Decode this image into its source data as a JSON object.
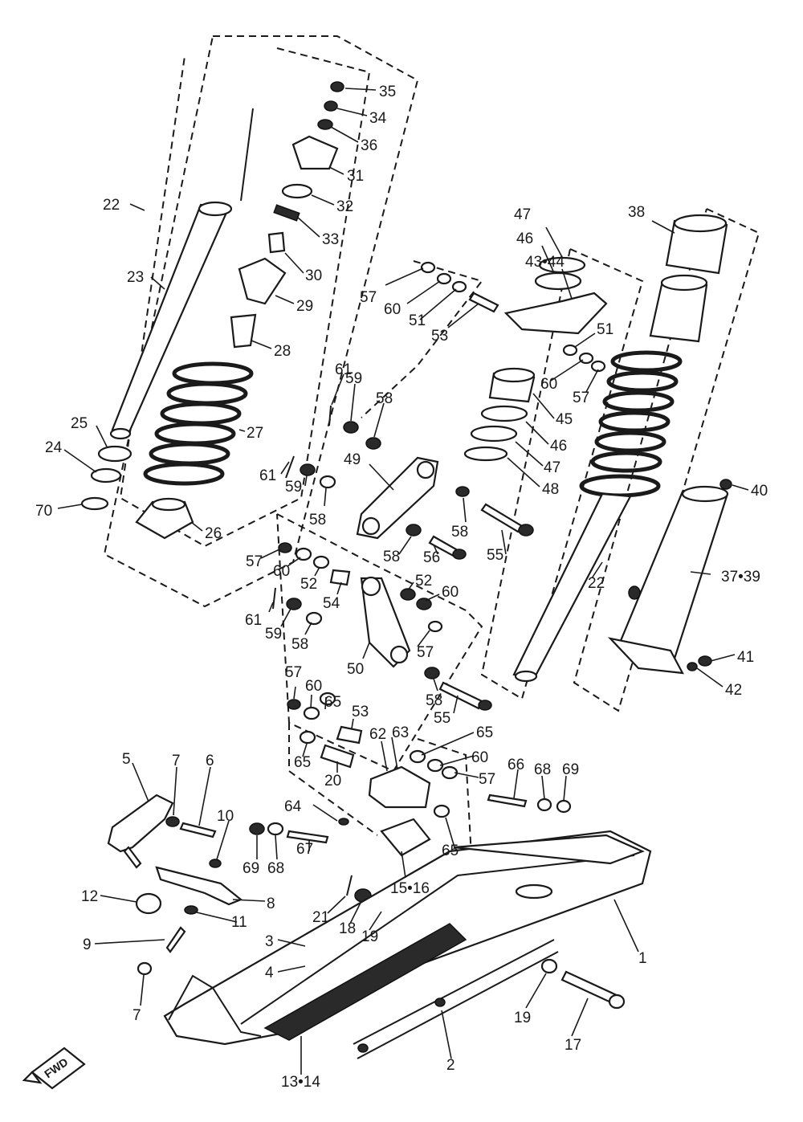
{
  "parts": [
    {
      "id": "p35",
      "text": "35"
    },
    {
      "id": "p34",
      "text": "34"
    },
    {
      "id": "p36",
      "text": "36"
    },
    {
      "id": "p31",
      "text": "31"
    },
    {
      "id": "p32",
      "text": "32"
    },
    {
      "id": "p33",
      "text": "33"
    },
    {
      "id": "p30",
      "text": "30"
    },
    {
      "id": "p29",
      "text": "29"
    },
    {
      "id": "p28",
      "text": "28"
    },
    {
      "id": "p27",
      "text": "27"
    },
    {
      "id": "p26",
      "text": "26"
    },
    {
      "id": "p22a",
      "text": "22"
    },
    {
      "id": "p23",
      "text": "23"
    },
    {
      "id": "p25",
      "text": "25"
    },
    {
      "id": "p24",
      "text": "24"
    },
    {
      "id": "p70",
      "text": "70"
    },
    {
      "id": "p47a",
      "text": "47"
    },
    {
      "id": "p46a",
      "text": "46"
    },
    {
      "id": "p43",
      "text": "43•44"
    },
    {
      "id": "p57a",
      "text": "57"
    },
    {
      "id": "p60a",
      "text": "60"
    },
    {
      "id": "p51a",
      "text": "51"
    },
    {
      "id": "p53a",
      "text": "53"
    },
    {
      "id": "p51b",
      "text": "51"
    },
    {
      "id": "p60b",
      "text": "60"
    },
    {
      "id": "p57b",
      "text": "57"
    },
    {
      "id": "p38",
      "text": "38"
    },
    {
      "id": "p61a",
      "text": "61"
    },
    {
      "id": "p59a",
      "text": "59"
    },
    {
      "id": "p58a",
      "text": "58"
    },
    {
      "id": "p45",
      "text": "45"
    },
    {
      "id": "p46b",
      "text": "46"
    },
    {
      "id": "p47b",
      "text": "47"
    },
    {
      "id": "p48",
      "text": "48"
    },
    {
      "id": "p49",
      "text": "49"
    },
    {
      "id": "p61b",
      "text": "61"
    },
    {
      "id": "p59b",
      "text": "59"
    },
    {
      "id": "p58b",
      "text": "58"
    },
    {
      "id": "p58c",
      "text": "58"
    },
    {
      "id": "p58d",
      "text": "58"
    },
    {
      "id": "p56",
      "text": "56"
    },
    {
      "id": "p55a",
      "text": "55"
    },
    {
      "id": "p40",
      "text": "40"
    },
    {
      "id": "p22b",
      "text": "22"
    },
    {
      "id": "p37",
      "text": "37•39"
    },
    {
      "id": "p57c",
      "text": "57"
    },
    {
      "id": "p60c",
      "text": "60"
    },
    {
      "id": "p52a",
      "text": "52"
    },
    {
      "id": "p54",
      "text": "54"
    },
    {
      "id": "p52b",
      "text": "52"
    },
    {
      "id": "p60d",
      "text": "60"
    },
    {
      "id": "p61c",
      "text": "61"
    },
    {
      "id": "p59c",
      "text": "59"
    },
    {
      "id": "p58e",
      "text": "58"
    },
    {
      "id": "p50",
      "text": "50"
    },
    {
      "id": "p57d",
      "text": "57"
    },
    {
      "id": "p41",
      "text": "41"
    },
    {
      "id": "p42",
      "text": "42"
    },
    {
      "id": "p57e",
      "text": "57"
    },
    {
      "id": "p60e",
      "text": "60"
    },
    {
      "id": "p58f",
      "text": "58"
    },
    {
      "id": "p55b",
      "text": "55"
    },
    {
      "id": "p65a",
      "text": "65"
    },
    {
      "id": "p53b",
      "text": "53"
    },
    {
      "id": "p62",
      "text": "62"
    },
    {
      "id": "p63",
      "text": "63"
    },
    {
      "id": "p65b",
      "text": "65"
    },
    {
      "id": "p65c",
      "text": "65"
    },
    {
      "id": "p60f",
      "text": "60"
    },
    {
      "id": "p57f",
      "text": "57"
    },
    {
      "id": "p20",
      "text": "20"
    },
    {
      "id": "p66",
      "text": "66"
    },
    {
      "id": "p68a",
      "text": "68"
    },
    {
      "id": "p69a",
      "text": "69"
    },
    {
      "id": "p5",
      "text": "5"
    },
    {
      "id": "p7a",
      "text": "7"
    },
    {
      "id": "p6",
      "text": "6"
    },
    {
      "id": "p10",
      "text": "10"
    },
    {
      "id": "p64",
      "text": "64"
    },
    {
      "id": "p69b",
      "text": "69"
    },
    {
      "id": "p68b",
      "text": "68"
    },
    {
      "id": "p67",
      "text": "67"
    },
    {
      "id": "p65d",
      "text": "65"
    },
    {
      "id": "p1546",
      "text": "15•16"
    },
    {
      "id": "p12",
      "text": "12"
    },
    {
      "id": "p8",
      "text": "8"
    },
    {
      "id": "p11",
      "text": "11"
    },
    {
      "id": "p21",
      "text": "21"
    },
    {
      "id": "p18",
      "text": "18"
    },
    {
      "id": "p19a",
      "text": "19"
    },
    {
      "id": "p1",
      "text": "1"
    },
    {
      "id": "p9",
      "text": "9"
    },
    {
      "id": "p3",
      "text": "3"
    },
    {
      "id": "p4",
      "text": "4"
    },
    {
      "id": "p7b",
      "text": "7"
    },
    {
      "id": "p19b",
      "text": "19"
    },
    {
      "id": "p17",
      "text": "17"
    },
    {
      "id": "p2",
      "text": "2"
    },
    {
      "id": "p1314",
      "text": "13•14"
    }
  ],
  "fwd_label": "FWD"
}
